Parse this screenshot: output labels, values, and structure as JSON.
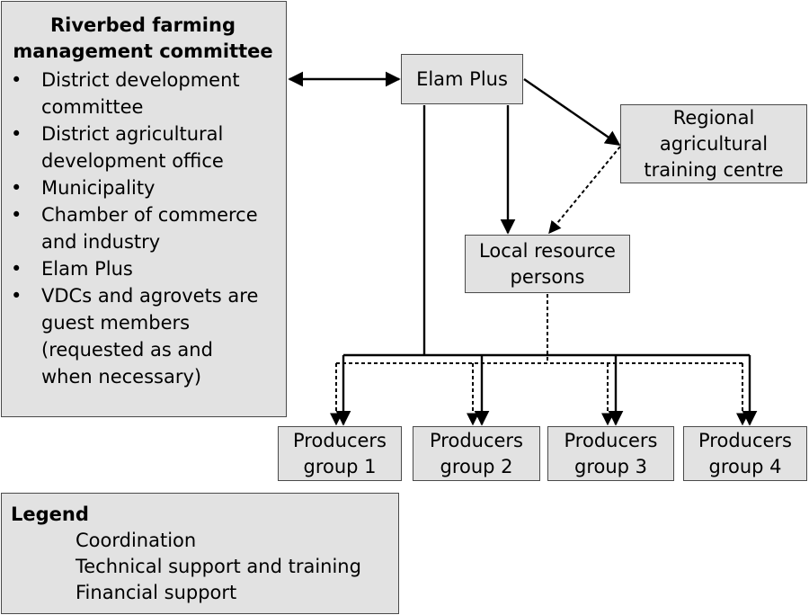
{
  "committee": {
    "title_line1": "Riverbed farming",
    "title_line2": "management committee",
    "bullet": "•",
    "items": [
      {
        "line1": "District development",
        "line2": "committee"
      },
      {
        "line1": "District agricultural",
        "line2": "development office"
      },
      {
        "line1": "Municipality"
      },
      {
        "line1": "Chamber of commerce",
        "line2": "and industry"
      },
      {
        "line1": "Elam Plus"
      },
      {
        "line1": "VDCs and agrovets are",
        "line2": "guest members",
        "line3": "(requested as and",
        "line4": "when necessary)"
      }
    ]
  },
  "nodes": {
    "elam_plus": {
      "label": "Elam Plus"
    },
    "regional_training": {
      "line1": "Regional",
      "line2": "agricultural",
      "line3": "training centre"
    },
    "local_resource": {
      "line1": "Local resource",
      "line2": "persons"
    },
    "producers": [
      {
        "line1": "Producers",
        "line2": "group 1"
      },
      {
        "line1": "Producers",
        "line2": "group 2"
      },
      {
        "line1": "Producers",
        "line2": "group 3"
      },
      {
        "line1": "Producers",
        "line2": "group 4"
      }
    ]
  },
  "legend": {
    "title": "Legend",
    "coordination": "Coordination",
    "technical": "Technical support and training",
    "financial": "Financial support"
  },
  "colors": {
    "box_fill": "#e2e2e2",
    "box_border": "#4a4a4a",
    "line": "#000000"
  }
}
